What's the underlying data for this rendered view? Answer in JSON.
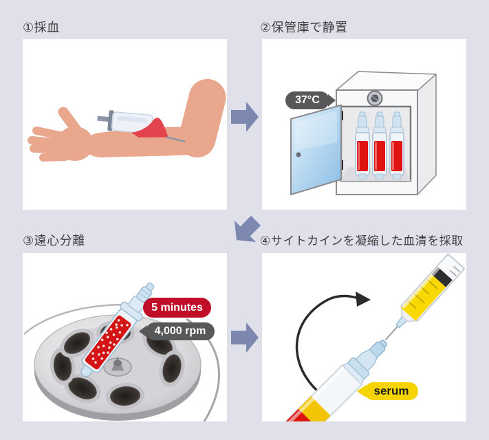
{
  "figure": {
    "background": "#dfe0ea",
    "panel_background": "#ffffff",
    "arrow_color": "#7d88b0",
    "title_color": "#3d3d3d",
    "badge_dark": "#58585a",
    "badge_red": "#c00e28",
    "badge_yellow": "#f6d400"
  },
  "steps": [
    {
      "title": "①採血",
      "illustration": "arm-with-venipuncture-butterfly-needle",
      "badges": []
    },
    {
      "title": "②保管庫で静置",
      "illustration": "incubator-cabinet-open-door-three-blood-tubes",
      "badges": [
        {
          "label": "37°C"
        }
      ]
    },
    {
      "title": "③遠心分離",
      "illustration": "centrifuge-rotor-with-blood-tube",
      "badges": [
        {
          "label": "5 minutes"
        },
        {
          "label": "4,000 rpm"
        }
      ]
    },
    {
      "title": "④サイトカインを凝縮した血清を採取",
      "illustration": "syringe-extracting-yellow-serum-from-tube",
      "badges": [
        {
          "label": "serum"
        }
      ]
    }
  ],
  "arrows": [
    {
      "direction": "right"
    },
    {
      "direction": "down-left"
    },
    {
      "direction": "right"
    }
  ]
}
